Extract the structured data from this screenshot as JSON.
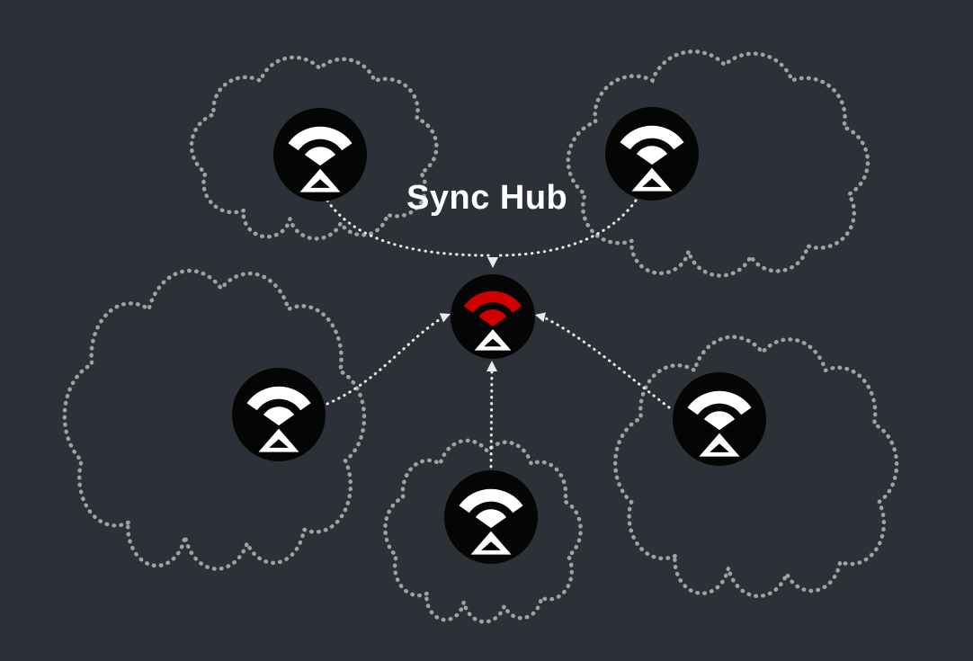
{
  "diagram": {
    "title": "Sync Hub",
    "node_count": 6,
    "colors": {
      "background": "#2b3137",
      "node_fill": "#050505",
      "logo": "#ffffff",
      "hub_accent": "#d10000",
      "cloud_dots": "#9fa1a3",
      "arrow_dots": "#e9ecee",
      "title_text": "#ffffff"
    },
    "hub": {
      "id": "sync-hub",
      "icon": "sync-node-icon",
      "accent_color": "#d10000",
      "label": "Sync Hub"
    },
    "peers": [
      {
        "id": "peer-top-left",
        "icon": "sync-node-icon",
        "enclosure": "dotted-cloud"
      },
      {
        "id": "peer-top-right",
        "icon": "sync-node-icon",
        "enclosure": "dotted-cloud"
      },
      {
        "id": "peer-mid-left",
        "icon": "sync-node-icon",
        "enclosure": "dotted-cloud"
      },
      {
        "id": "peer-bottom-center",
        "icon": "sync-node-icon",
        "enclosure": "dotted-cloud"
      },
      {
        "id": "peer-mid-right",
        "icon": "sync-node-icon",
        "enclosure": "dotted-cloud"
      }
    ],
    "connections": [
      {
        "from": "peer-top-left",
        "to": "sync-hub",
        "style": "dotted-arrow"
      },
      {
        "from": "peer-top-right",
        "to": "sync-hub",
        "style": "dotted-arrow"
      },
      {
        "from": "peer-mid-left",
        "to": "sync-hub",
        "style": "dotted-arrow"
      },
      {
        "from": "peer-bottom-center",
        "to": "sync-hub",
        "style": "dotted-arrow"
      },
      {
        "from": "peer-mid-right",
        "to": "sync-hub",
        "style": "dotted-arrow"
      }
    ]
  }
}
